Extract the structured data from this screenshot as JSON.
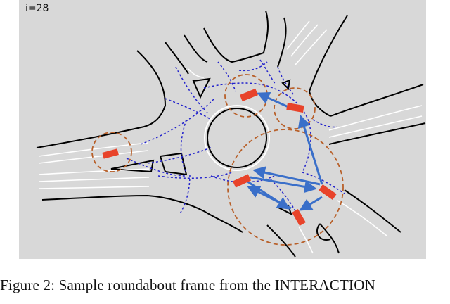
{
  "figure": {
    "frame_label": "i=28",
    "caption": "Figure 2:  Sample roundabout frame from the INTERACTION",
    "colors": {
      "background": "#d8d8d8",
      "road_edge": "#000000",
      "lane_marking": "#ffffff",
      "lane_graph": "#2222cc",
      "vehicle": "#e8432a",
      "neighborhood_circle": "#b8602a",
      "interaction_arrow": "#3a6fc9"
    }
  },
  "vehicles": [
    {
      "id": "v1",
      "label": "vehicle-west"
    },
    {
      "id": "v2",
      "label": "vehicle-north"
    },
    {
      "id": "v3",
      "label": "vehicle-north-east"
    },
    {
      "id": "v4",
      "label": "vehicle-south-west"
    },
    {
      "id": "v5",
      "label": "vehicle-south-east"
    },
    {
      "id": "v6",
      "label": "vehicle-south"
    }
  ],
  "interactions": [
    {
      "from": "v3",
      "to": "v2"
    },
    {
      "from": "v5",
      "to": "v3"
    },
    {
      "from": "v5",
      "to": "v4"
    },
    {
      "from": "v4",
      "to": "v5"
    },
    {
      "from": "v4",
      "to": "v6"
    },
    {
      "from": "v6",
      "to": "v4"
    },
    {
      "from": "v5",
      "to": "v6"
    }
  ]
}
